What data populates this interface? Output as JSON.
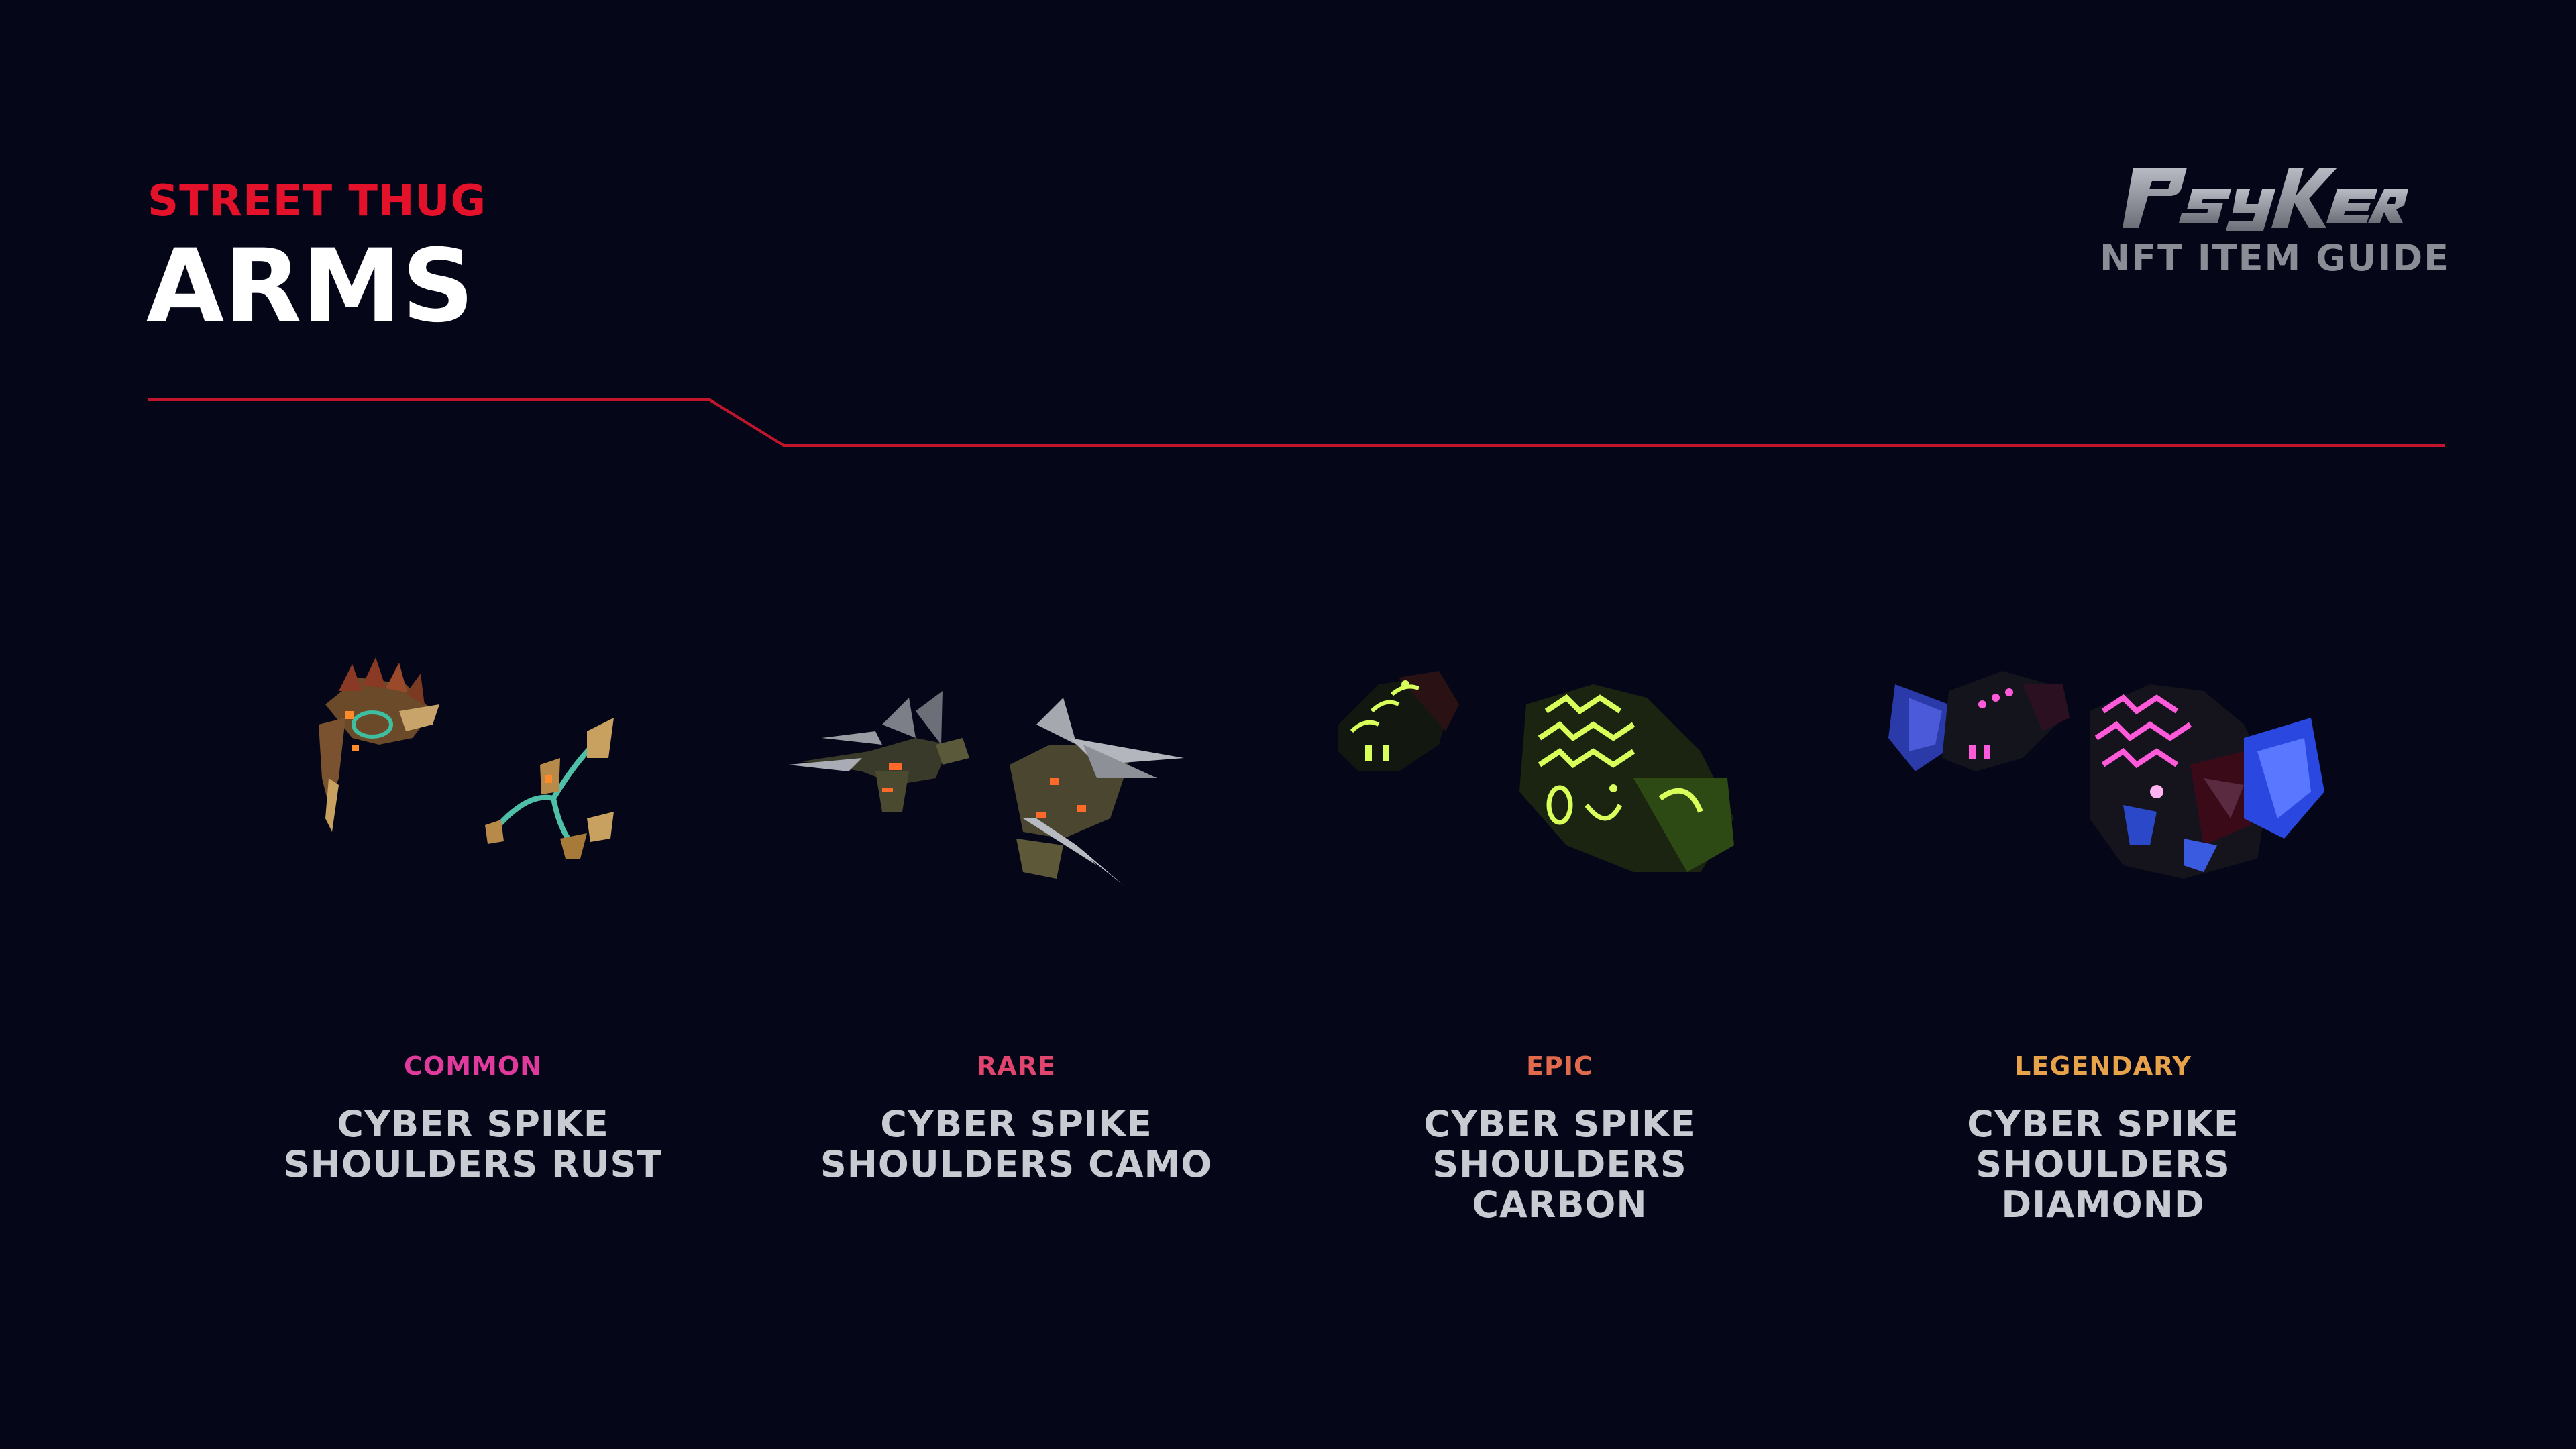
{
  "header": {
    "category": "STREET THUG",
    "title": "ARMS"
  },
  "brand": {
    "logo_text": "PSYKER",
    "subtitle": "NFT ITEM GUIDE"
  },
  "colors": {
    "accent_red": "#e4112a",
    "common": "#e03a9c",
    "rare": "#e0456e",
    "epic": "#e26a4c",
    "legendary": "#e8a24a"
  },
  "items": [
    {
      "rarity": "COMMON",
      "name_line1": "CYBER SPIKE",
      "name_line2": "SHOULDERS RUST",
      "name_line3": ""
    },
    {
      "rarity": "RARE",
      "name_line1": "CYBER SPIKE",
      "name_line2": "SHOULDERS CAMO",
      "name_line3": ""
    },
    {
      "rarity": "EPIC",
      "name_line1": "CYBER SPIKE",
      "name_line2": "SHOULDERS",
      "name_line3": "CARBON"
    },
    {
      "rarity": "LEGENDARY",
      "name_line1": "CYBER SPIKE",
      "name_line2": "SHOULDERS",
      "name_line3": "DIAMOND"
    }
  ]
}
